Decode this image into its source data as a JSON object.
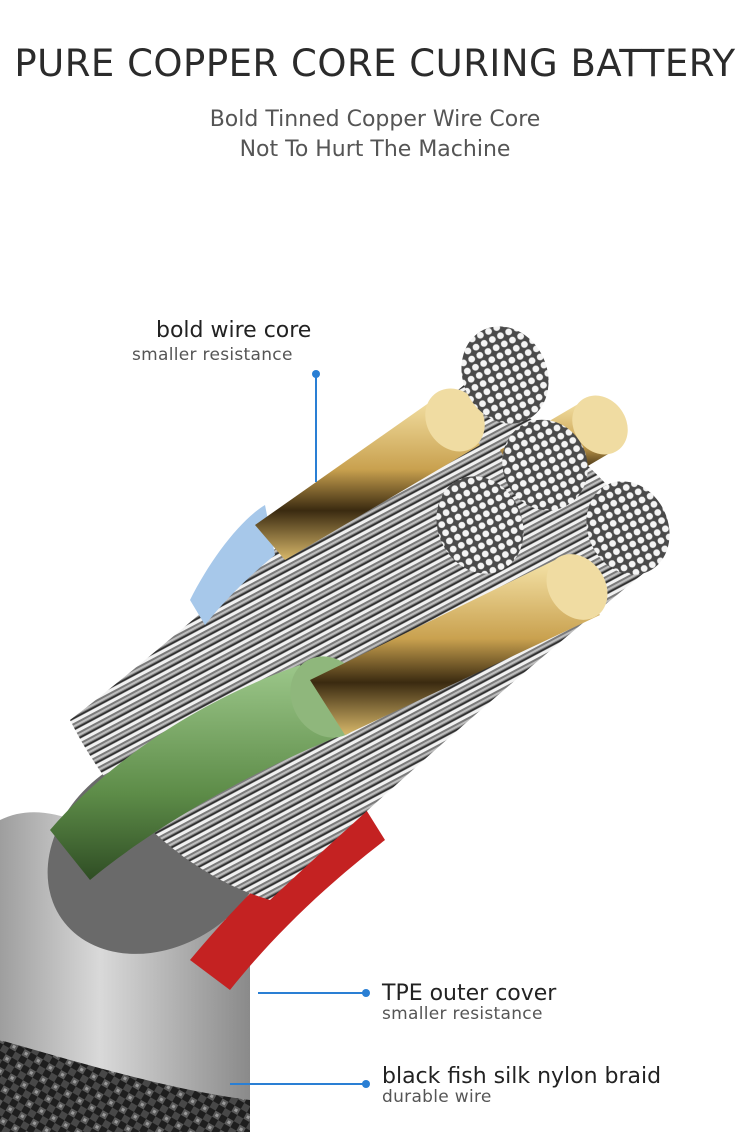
{
  "header": {
    "title": "PURE COPPER CORE CURING BATTERY",
    "subtitle_line1": "Bold Tinned Copper Wire Core",
    "subtitle_line2": "Not To Hurt The Machine"
  },
  "callouts": [
    {
      "title": "bold wire core",
      "subtitle": "smaller resistance"
    },
    {
      "title": "TPE outer cover",
      "subtitle": "smaller resistance"
    },
    {
      "title": "black fish silk nylon braid",
      "subtitle": "durable wire"
    }
  ],
  "colors": {
    "accent": "#2a7fd4",
    "copper": "#d9bc72",
    "green_insulation": "#6f9f58",
    "red_insulation": "#c42222",
    "blue_insulation": "#a7c8ea",
    "outer_cover": "#c4c4c4",
    "braid": "#333333"
  }
}
